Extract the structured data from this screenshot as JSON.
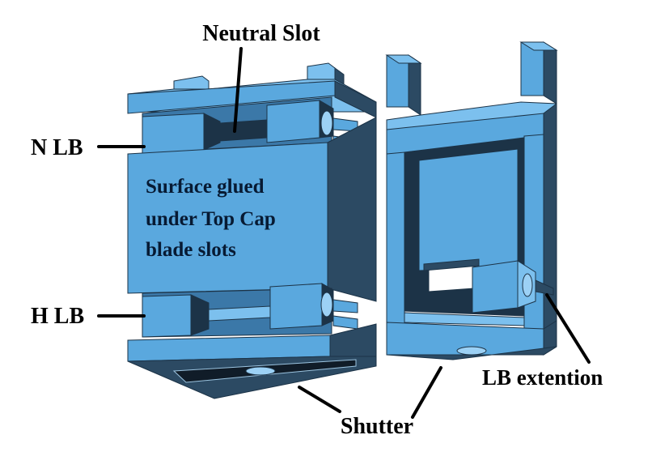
{
  "labels": {
    "neutral_slot": "Neutral Slot",
    "n_lb": "N LB",
    "h_lb": "H LB",
    "surface_line1": "Surface glued",
    "surface_line2": "under Top Cap",
    "surface_line3": "blade slots",
    "lb_extension": "LB extention",
    "shutter": "Shutter"
  },
  "colors": {
    "face": "#5aa8de",
    "top": "#7cc0ee",
    "side": "#2c4a63",
    "dark": "#1c3347",
    "inner": "#3b78a8",
    "hole": "#9cd1f5",
    "window": "#ffffff",
    "line": "#000000"
  }
}
